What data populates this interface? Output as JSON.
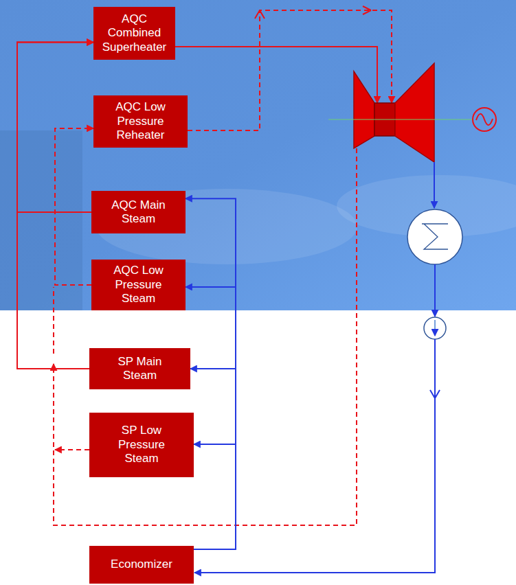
{
  "diagram": {
    "nodes": [
      {
        "text": [
          "AQC Combined Superheater"
        ]
      },
      {
        "text": [
          "AQC Low Pressure Reheater"
        ]
      },
      {
        "text": [
          "AQC Main Steam"
        ]
      },
      {
        "text": [
          "AQC Low Pressure Steam"
        ]
      },
      {
        "text": [
          "SP Main Steam"
        ]
      },
      {
        "text": [
          "SP Low Pressure Steam"
        ]
      },
      {
        "text": [
          "Economizer"
        ]
      }
    ],
    "edges": [
      {
        "from": 2,
        "to": 0,
        "arrow": "to"
      },
      {
        "from": 4,
        "to": 0,
        "arrow": "to"
      },
      {
        "from": 3,
        "to": 1,
        "arrow": "to"
      },
      {
        "from": 6,
        "to": 2,
        "arrow": "to"
      },
      {
        "from": 6,
        "to": 3,
        "arrow": "to"
      },
      {
        "from": 6,
        "to": 4,
        "arrow": "to"
      },
      {
        "from": 6,
        "to": 5,
        "arrow": "to"
      }
    ]
  }
}
